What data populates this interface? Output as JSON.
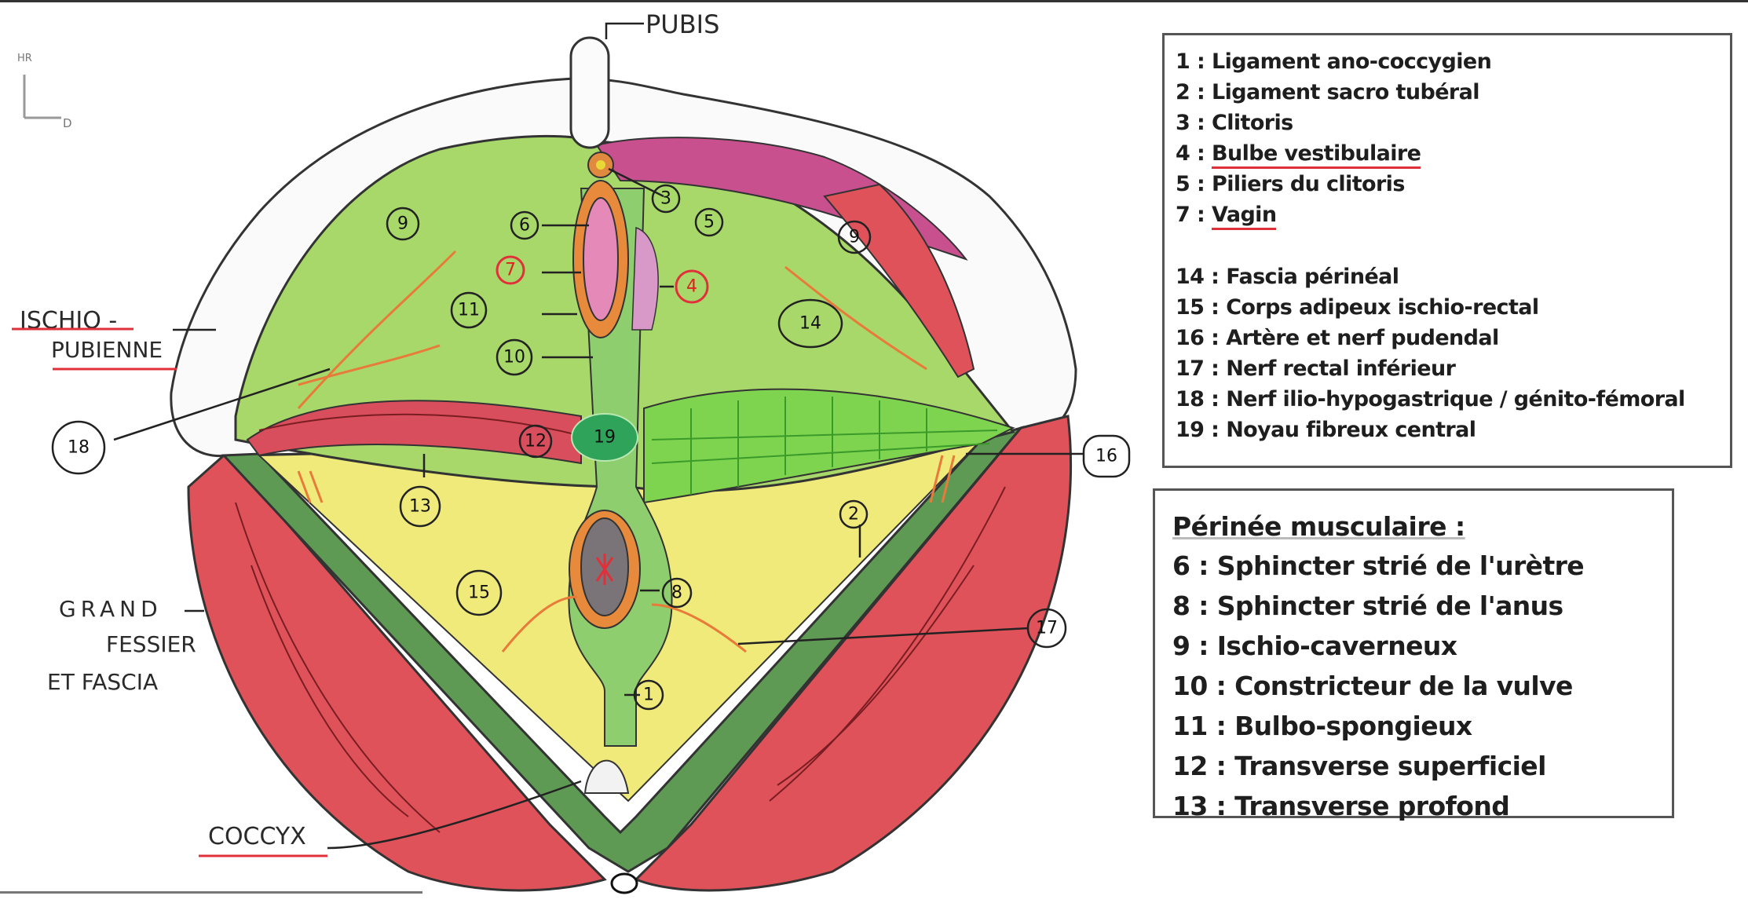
{
  "orientation": {
    "up_label": "HR",
    "right_label": "D"
  },
  "diagram_labels": {
    "pubis": "PUBIS",
    "ischio_pubienne_line1": "ISCHIO -",
    "ischio_pubienne_line2": "PUBIENNE",
    "grand_fessier_line1": "GRAND",
    "grand_fessier_line2": "FESSIER",
    "grand_fessier_line3": "ET FASCIA",
    "coccyx": "COCCYX"
  },
  "markers": {
    "m1": "1",
    "m2": "2",
    "m3": "3",
    "m4": "4",
    "m5": "5",
    "m6": "6",
    "m7": "7",
    "m8": "8",
    "m9a": "9",
    "m9b": "9",
    "m10": "10",
    "m11": "11",
    "m12": "12",
    "m13": "13",
    "m14": "14",
    "m15": "15",
    "m16": "16",
    "m17": "17",
    "m18": "18",
    "m19": "19"
  },
  "legend_top": {
    "items": [
      {
        "num": "1",
        "sep": " : ",
        "text": "Ligament ano-coccygien",
        "underlined": false
      },
      {
        "num": "2",
        "sep": " : ",
        "text": "Ligament sacro tubéral",
        "underlined": false
      },
      {
        "num": "3",
        "sep": " : ",
        "text": "Clitoris",
        "underlined": false
      },
      {
        "num": "4",
        "sep": " : ",
        "text": "Bulbe vestibulaire",
        "underlined": true
      },
      {
        "num": "5",
        "sep": " : ",
        "text": "Piliers du clitoris",
        "underlined": false
      },
      {
        "num": "7",
        "sep": " : ",
        "text": "Vagin",
        "underlined": true
      }
    ],
    "items2": [
      {
        "num": "14",
        "sep": " : ",
        "text": "Fascia périnéal"
      },
      {
        "num": "15",
        "sep": " : ",
        "text": "Corps adipeux ischio-rectal"
      },
      {
        "num": "16",
        "sep": " : ",
        "text": "Artère et nerf pudendal"
      },
      {
        "num": "17",
        "sep": " : ",
        "text": "Nerf rectal inférieur"
      },
      {
        "num": "18",
        "sep": " : ",
        "text": "Nerf ilio-hypogastrique / génito-fémoral"
      },
      {
        "num": "19",
        "sep": " : ",
        "text": "Noyau fibreux central"
      }
    ]
  },
  "legend_bottom": {
    "title": "Périnée musculaire :",
    "items": [
      {
        "num": "6",
        "sep": " : ",
        "text": "Sphincter strié de l'urètre"
      },
      {
        "num": "8",
        "sep": " : ",
        "text": "Sphincter strié de l'anus"
      },
      {
        "num": "9",
        "sep": " : ",
        "text": "Ischio-caverneux"
      },
      {
        "num": "10",
        "sep": " : ",
        "text": "Constricteur de la vulve"
      },
      {
        "num": "11",
        "sep": " : ",
        "text": "Bulbo-spongieux"
      },
      {
        "num": "12",
        "sep": " : ",
        "text": "Transverse superficiel"
      },
      {
        "num": "13",
        "sep": " : ",
        "text": "Transverse profond"
      }
    ]
  },
  "colors": {
    "muscle_red": "#e0525a",
    "fascia_green": "#a8d86a",
    "fat_yellow": "#efea7a",
    "dark_green": "#5f9a55",
    "pink": "#c8508e",
    "orange": "#e88a3c",
    "central_node": "#2fa35a",
    "annotation_red": "#e0303a"
  }
}
